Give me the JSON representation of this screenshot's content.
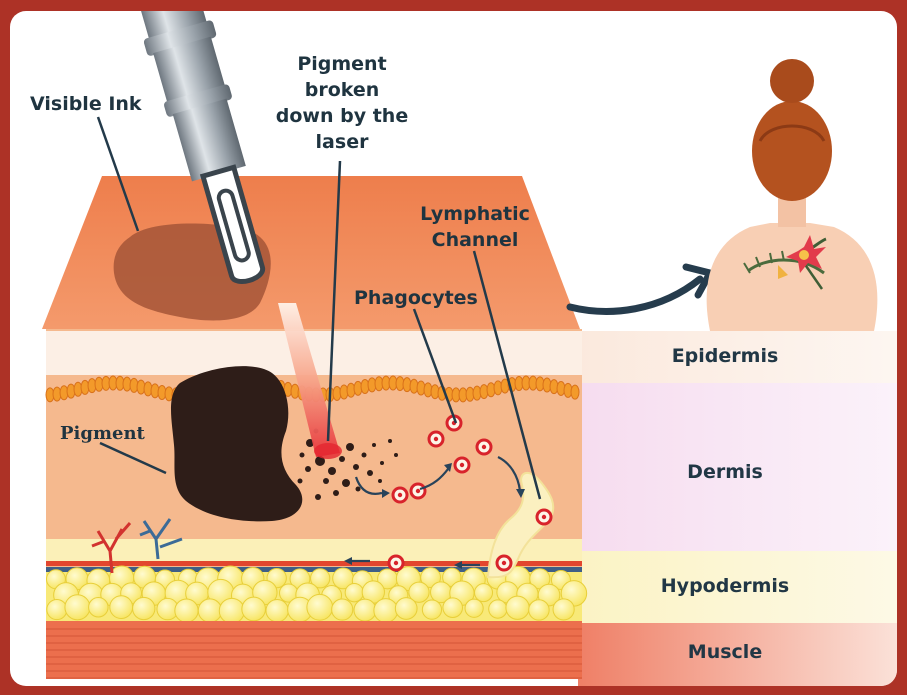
{
  "labels": {
    "visible_ink": "Visible Ink",
    "pigment_broken": [
      "Pigment",
      "broken",
      "down by the",
      "laser"
    ],
    "lymphatic_channel": [
      "Lymphatic",
      "Channel"
    ],
    "phagocytes": "Phagocytes",
    "pigment": "Pigment"
  },
  "layers": {
    "epidermis": "Epidermis",
    "dermis": "Dermis",
    "hypodermis": "Hypodermis",
    "muscle": "Muscle"
  },
  "colors": {
    "frame": "#ad3226",
    "skin_top": "#ef8553",
    "dermis": "#f5b98e",
    "ink": "#2e1d18",
    "text": "#1f3440"
  }
}
